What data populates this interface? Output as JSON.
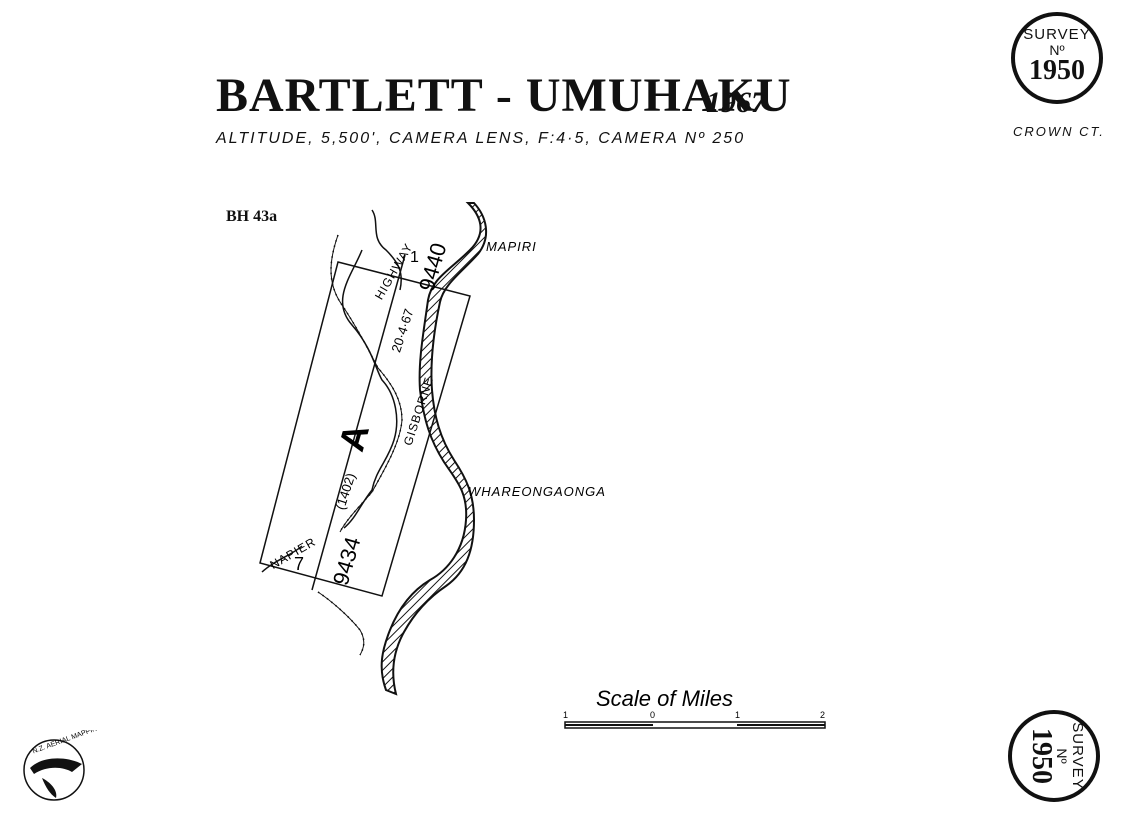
{
  "header": {
    "title": "BARTLETT - UMUHAKU",
    "year": "1967",
    "subtitle": "ALTITUDE, 5,500', CAMERA LENS, F:4·5, CAMERA Nº 250",
    "crown": "CROWN CT."
  },
  "seal": {
    "line1": "SURVEY",
    "line2": "Nº",
    "line3": "1950"
  },
  "sheet_code": "BH 43a",
  "map": {
    "run_letter": "A",
    "run_start": "9440",
    "run_end": "9434",
    "run_start_mark": "1",
    "run_end_mark": "7",
    "date": "20·4·67",
    "road_number": "(1402)",
    "highway_label": "HIGHWAY",
    "road_from": "NAPIER",
    "road_to": "GISBORNE",
    "places": [
      "MAPIRI",
      "WHAREONGAONGA"
    ]
  },
  "scale": {
    "label": "Scale of Miles",
    "ticks": [
      "1",
      "0",
      "1",
      "2"
    ]
  },
  "logo": {
    "text": "N.Z. AERIAL MAPPING LTD."
  },
  "colors": {
    "ink": "#111111",
    "paper": "#ffffff"
  }
}
